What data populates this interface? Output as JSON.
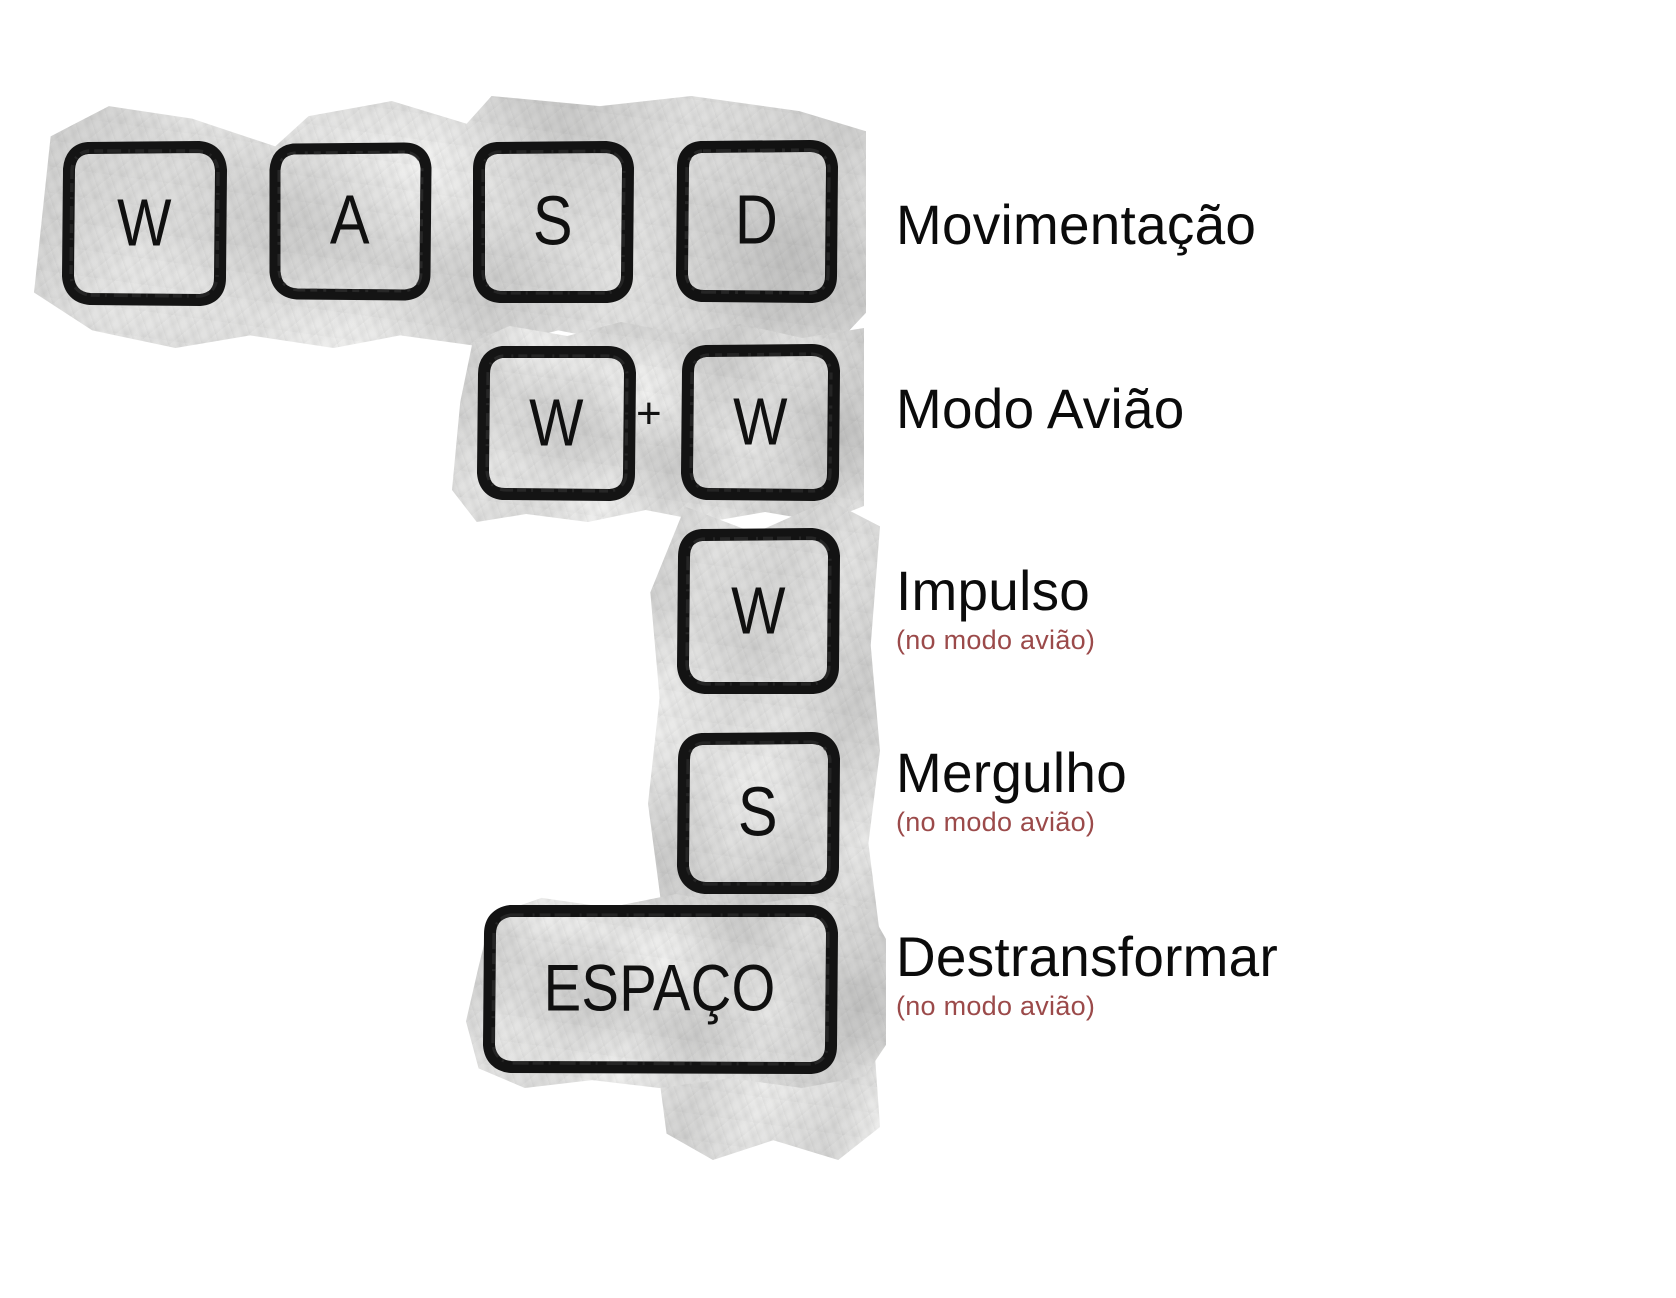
{
  "background_color": "#ffffff",
  "accent_note_color": "#9b4a4a",
  "ink_color": "#0d0d0d",
  "keys": {
    "w1": "W",
    "a": "A",
    "s1": "S",
    "d": "D",
    "w2": "W",
    "plus": "+",
    "w3": "W",
    "w4": "W",
    "s2": "S",
    "space": "ESPAÇO"
  },
  "rows": [
    {
      "title": "Movimentação",
      "note": ""
    },
    {
      "title": "Modo Avião",
      "note": ""
    },
    {
      "title": "Impulso",
      "note": "(no modo avião)"
    },
    {
      "title": "Mergulho",
      "note": "(no modo avião)"
    },
    {
      "title": "Destransformar",
      "note": "(no modo avião)"
    }
  ]
}
